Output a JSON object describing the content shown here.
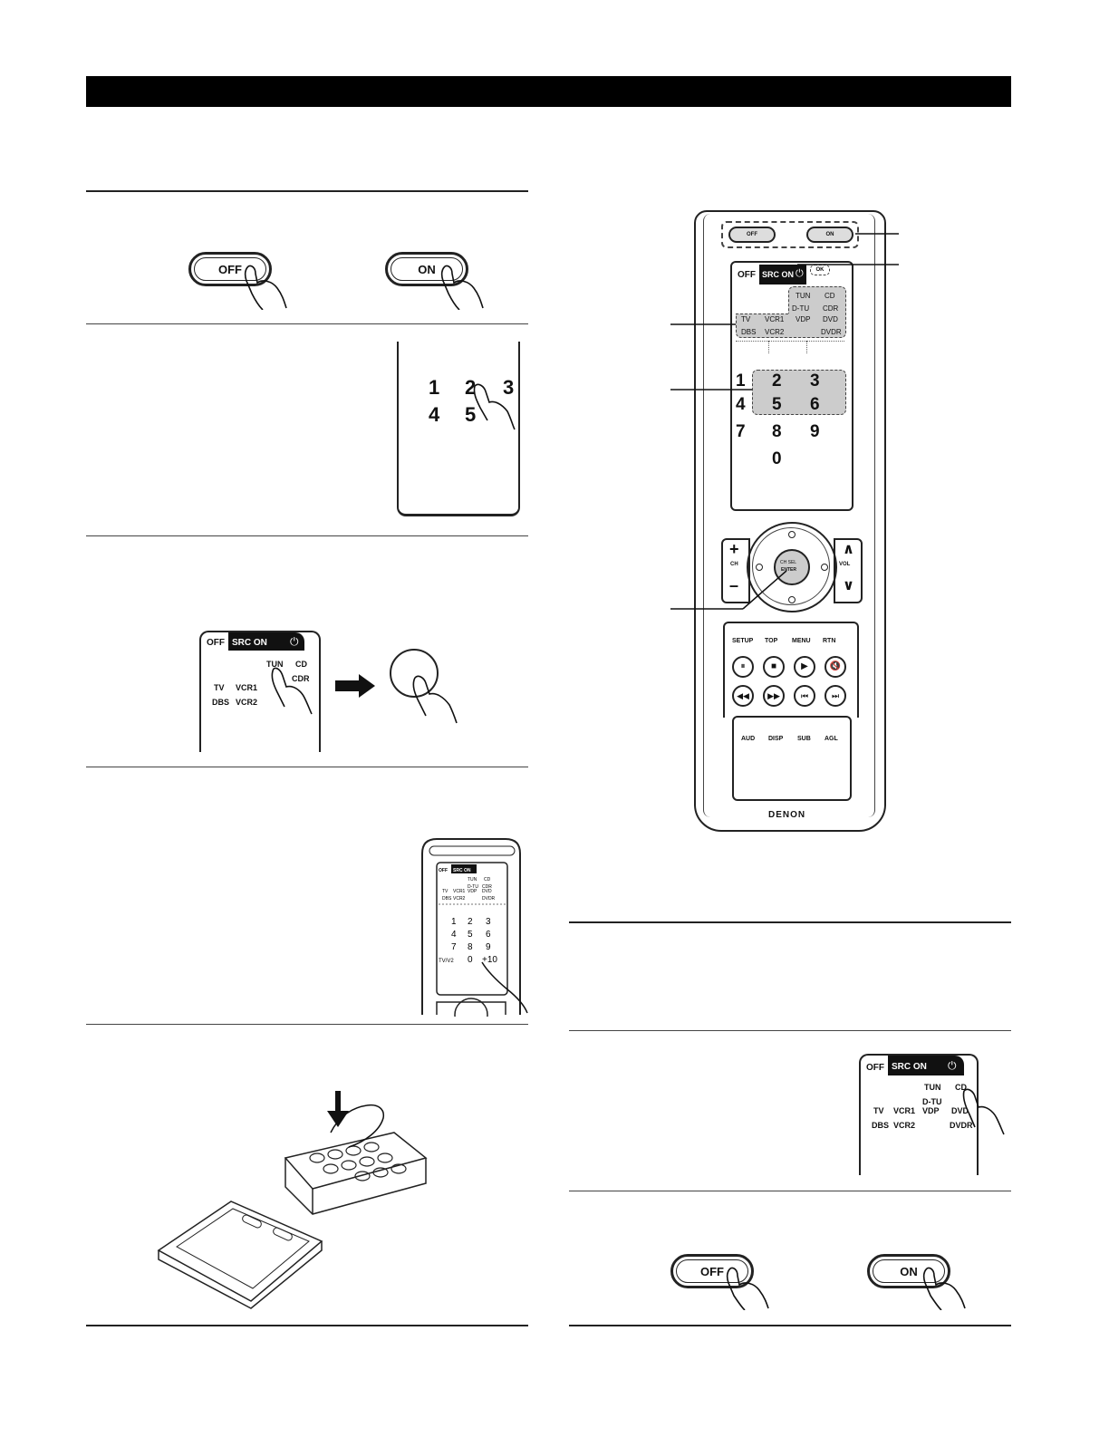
{
  "buttons": {
    "off": "OFF",
    "on": "ON"
  },
  "source_panel": {
    "off_label": "OFF",
    "src_on_label": "SRC ON",
    "sources": [
      "TUN",
      "CD",
      "D-TU",
      "CDR",
      "TV",
      "VCR1",
      "VDP",
      "DVD",
      "DBS",
      "VCR2",
      "DVDR"
    ]
  },
  "keypad": {
    "digits": [
      "1",
      "2",
      "3",
      "4",
      "5",
      "6",
      "7",
      "8",
      "9",
      "0"
    ],
    "extra_key": "+10",
    "tv_label": "TV/V2"
  },
  "remote": {
    "brand": "DENON",
    "ok_label": "OK",
    "ch_label": "CH",
    "vol_label": "VOL",
    "enter_top": "CH SEL",
    "enter_bottom": "ENTER",
    "menu_keys": [
      "SETUP",
      "TOP",
      "MENU",
      "RTN"
    ],
    "sub_keys": [
      "AUD",
      "DISP",
      "SUB",
      "AGL"
    ]
  }
}
